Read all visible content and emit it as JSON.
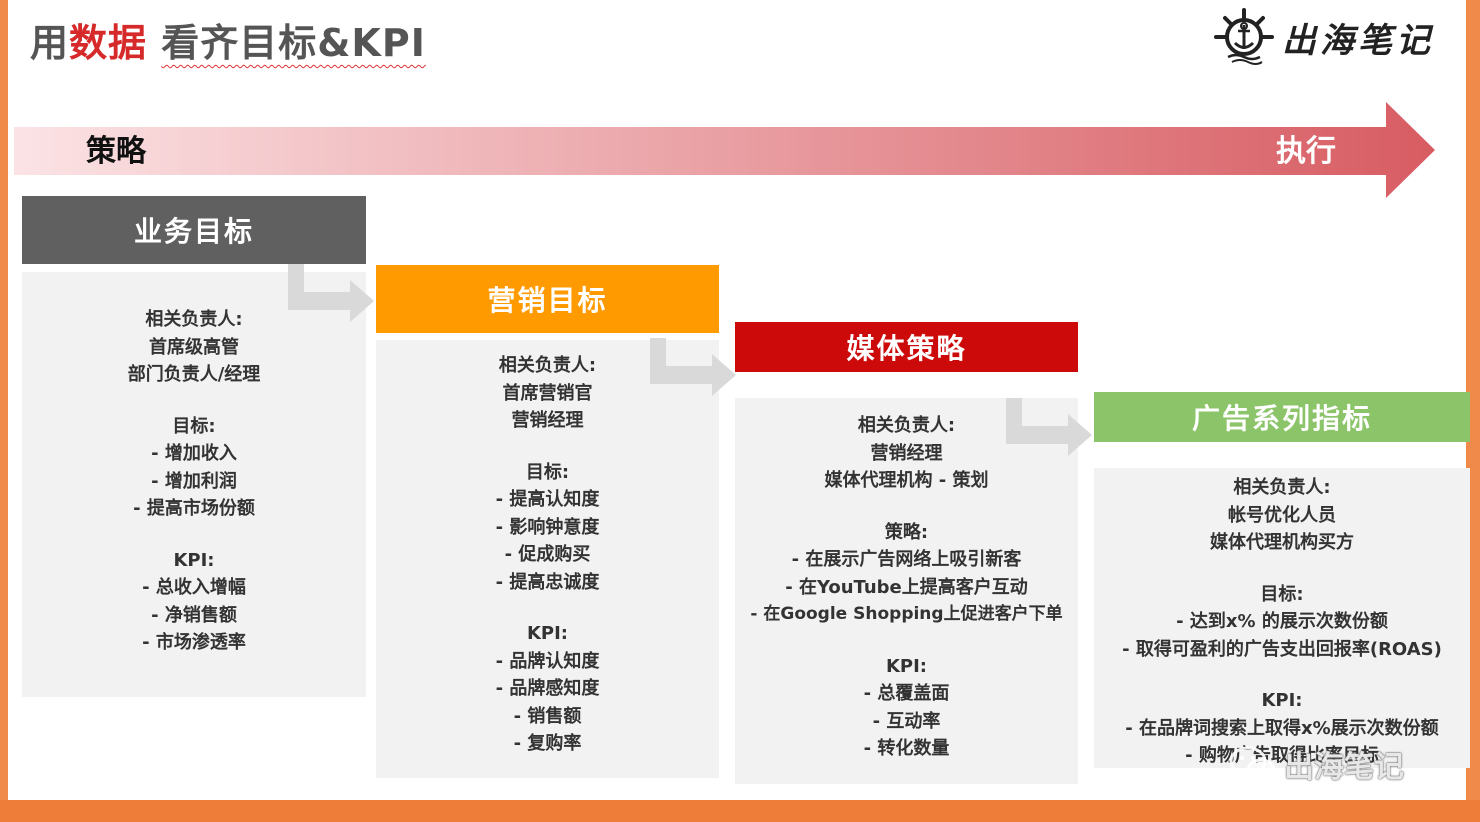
{
  "title": {
    "highlight_prefix": "用",
    "highlight": "数据",
    "rest": "看齐目标&KPI"
  },
  "logo": {
    "text": "出海笔记"
  },
  "arrow": {
    "left_label": "策略",
    "right_label": "执行"
  },
  "colors": {
    "business": "#606060",
    "marketing": "#ff9a00",
    "media": "#cc0a0a",
    "ads": "#8cc46a",
    "panel": "#f2f2f2",
    "arrow_start": "#fbe3e5",
    "arrow_end": "#d75c62"
  },
  "columns": [
    {
      "header": "业务目标",
      "owner_title": "相关负责人:",
      "owners": [
        "首席级高管",
        "部门负责人/经理"
      ],
      "goal_title": "目标:",
      "goals": [
        "- 增加收入",
        "- 增加利润",
        "- 提高市场份额"
      ],
      "kpi_title": "KPI:",
      "kpis": [
        "- 总收入增幅",
        "- 净销售额",
        "- 市场渗透率"
      ]
    },
    {
      "header": "营销目标",
      "owner_title": "相关负责人:",
      "owners": [
        "首席营销官",
        "营销经理"
      ],
      "goal_title": "目标:",
      "goals": [
        "- 提高认知度",
        "- 影响钟意度",
        "- 促成购买",
        "- 提高忠诚度"
      ],
      "kpi_title": "KPI:",
      "kpis": [
        "- 品牌认知度",
        "- 品牌感知度",
        "- 销售额",
        "- 复购率"
      ]
    },
    {
      "header": "媒体策略",
      "owner_title": "相关负责人:",
      "owners": [
        "营销经理",
        "媒体代理机构 - 策划"
      ],
      "goal_title": "策略:",
      "goals": [
        "- 在展示广告网络上吸引新客",
        "- 在YouTube上提高客户互动",
        "- 在Google Shopping上促进客户下单"
      ],
      "kpi_title": "KPI:",
      "kpis": [
        "- 总覆盖面",
        "- 互动率",
        "- 转化数量"
      ]
    },
    {
      "header": "广告系列指标",
      "owner_title": "相关负责人:",
      "owners": [
        "帐号优化人员",
        "媒体代理机构买方"
      ],
      "goal_title": "目标:",
      "goals": [
        "- 达到x% 的展示次数份额",
        "- 取得可盈利的广告支出回报率(ROAS)"
      ],
      "kpi_title": "KPI:",
      "kpis": [
        "- 在品牌词搜索上取得x%展示次数份额",
        "- 购物广告取得比率目标"
      ]
    }
  ],
  "watermark": {
    "text": "出海笔记"
  }
}
